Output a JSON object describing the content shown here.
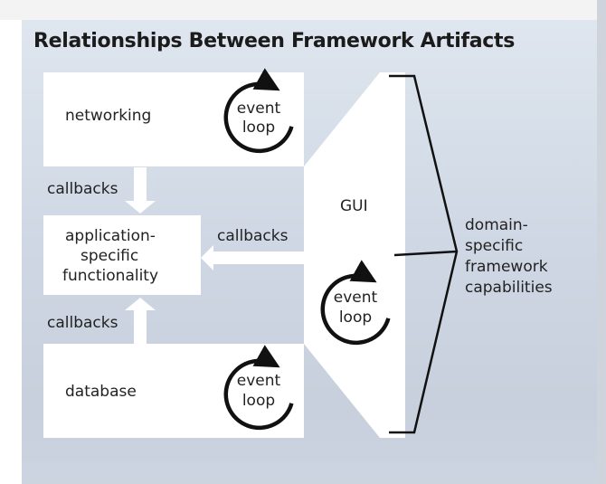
{
  "title": "Relationships Between Framework Artifacts",
  "diagram": {
    "networking": "networking",
    "database": "database",
    "app_line1": "application-",
    "app_line2": "specific",
    "app_line3": "functionality",
    "callbacks_top": "callbacks",
    "callbacks_bottom": "callbacks",
    "callbacks_gui": "callbacks",
    "gui": "GUI",
    "event_loop_line1": "event",
    "event_loop_line2": "loop",
    "domain_line1": "domain-",
    "domain_line2": "specific",
    "domain_line3": "framework",
    "domain_line4": "capabilities"
  },
  "colors": {
    "box": "#ffffff",
    "arrow": "#ffffff",
    "line": "#111111",
    "background": "#d4dce7"
  }
}
